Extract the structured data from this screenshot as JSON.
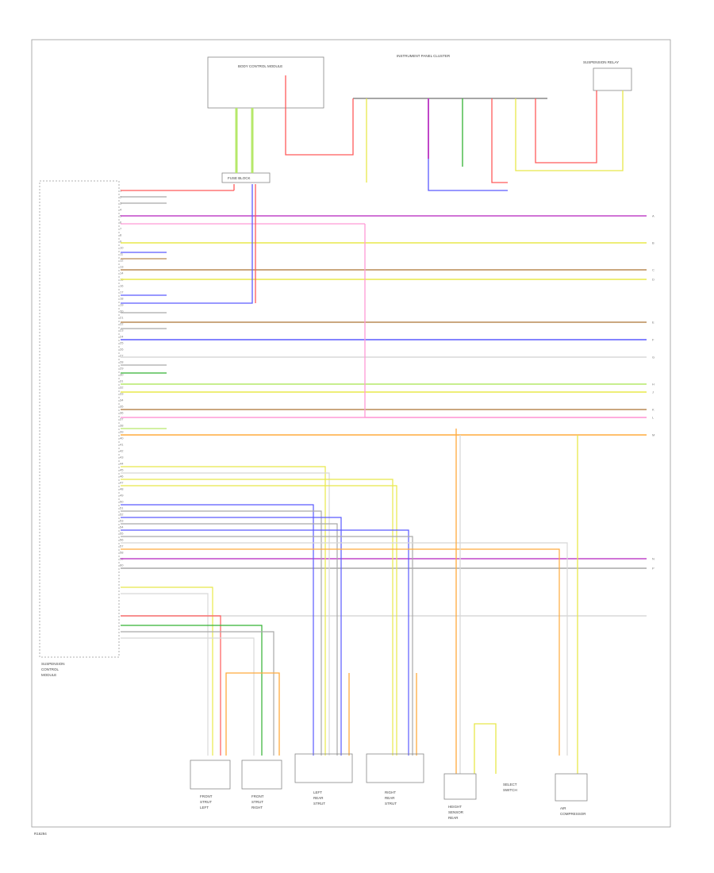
{
  "colors": {
    "red": "#ff5a5a",
    "green": "#33b233",
    "yellow": "#e8e84a",
    "blue": "#5a5aff",
    "violet": "#c046c8",
    "orange": "#ffab3d",
    "grey": "#a9a9a9",
    "white": "#d8d8d8",
    "pink": "#ff9ad5",
    "brown": "#b98a55",
    "black": "#333333",
    "light_green": "#b6e86a",
    "frame": "#999999",
    "text": "#444444"
  },
  "footer": {
    "figure_id": "R16294"
  },
  "modules": {
    "bcm": {
      "label": "BODY CONTROL MODULE"
    },
    "suspension_relay": {
      "label": "SUSPENSION RELAY"
    },
    "instrument_panel": {
      "label": "INSTRUMENT PANEL CLUSTER"
    },
    "fuse_block": {
      "label": "FUSE BLOCK"
    },
    "main_module": {
      "label_lines": [
        "SUSPENSION",
        "CONTROL",
        "MODULE"
      ]
    },
    "strut_lf": {
      "label_lines": [
        "FRONT",
        "STRUT",
        "LEFT"
      ]
    },
    "strut_rf": {
      "label_lines": [
        "FRONT",
        "STRUT",
        "RIGHT"
      ]
    },
    "strut_lr": {
      "label_lines": [
        "LEFT",
        "REAR",
        "STRUT"
      ]
    },
    "strut_rr": {
      "label_lines": [
        "RIGHT",
        "REAR",
        "STRUT"
      ]
    },
    "height_sensor": {
      "label_lines": [
        "HEIGHT",
        "SENSOR",
        "REAR"
      ]
    },
    "switch": {
      "label_lines": [
        "SELECT",
        "SWITCH"
      ]
    },
    "compressor": {
      "label_lines": [
        "AIR",
        "COMPRESSOR"
      ]
    }
  },
  "pin_labels": [
    "1",
    "2",
    "3",
    "4",
    "5",
    "6",
    "7",
    "8",
    "9",
    "10",
    "11",
    "12",
    "13",
    "14",
    "15",
    "16",
    "17",
    "18",
    "19",
    "20",
    "21",
    "22",
    "23",
    "24",
    "25",
    "26",
    "27",
    "28",
    "29",
    "30",
    "31",
    "32",
    "33",
    "34",
    "35",
    "36",
    "37",
    "38",
    "39",
    "40",
    "41",
    "42",
    "43",
    "44",
    "45",
    "46",
    "47",
    "48",
    "49",
    "50",
    "51",
    "52",
    "53",
    "54",
    "55",
    "56",
    "57",
    "58",
    "59",
    "60"
  ],
  "continuation_labels": [
    "A",
    "B",
    "C",
    "D",
    "E",
    "F",
    "G",
    "H",
    "J",
    "K",
    "L",
    "M",
    "N",
    "P"
  ]
}
